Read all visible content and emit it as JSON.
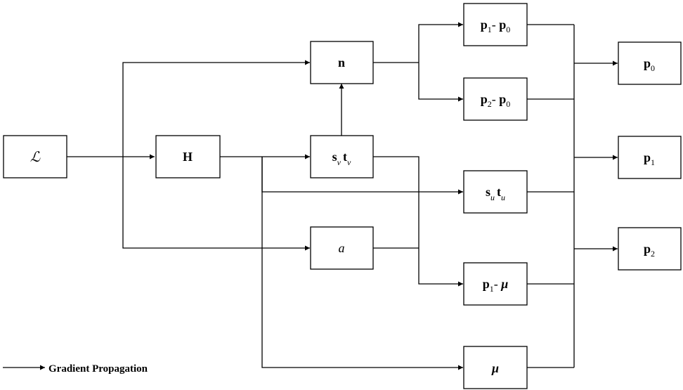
{
  "nodes": {
    "loss": {
      "symbol": "ℒ"
    },
    "H": {
      "text": "H"
    },
    "n": {
      "text": "n"
    },
    "sv_tv": {
      "s": "s",
      "s_sub": "v",
      "t": "t",
      "t_sub": "v"
    },
    "a": {
      "text": "a"
    },
    "p1_p0": {
      "p": "p",
      "sub1": "1",
      "dash": "- ",
      "p2": "p",
      "sub2": "0"
    },
    "p2_p0": {
      "p": "p",
      "sub1": "2",
      "dash": "- ",
      "p2": "p",
      "sub2": "0"
    },
    "su_tu": {
      "s": "s",
      "s_sub": "u",
      "t": "t",
      "t_sub": "u"
    },
    "p1_mu": {
      "p": "p",
      "sub1": "1",
      "dash": "- ",
      "mu": "μ"
    },
    "mu": {
      "text": "μ"
    },
    "p0": {
      "p": "p",
      "sub": "0"
    },
    "p1": {
      "p": "p",
      "sub": "1"
    },
    "p2": {
      "p": "p",
      "sub": "2"
    }
  },
  "legend": {
    "label": "Gradient Propagation"
  }
}
